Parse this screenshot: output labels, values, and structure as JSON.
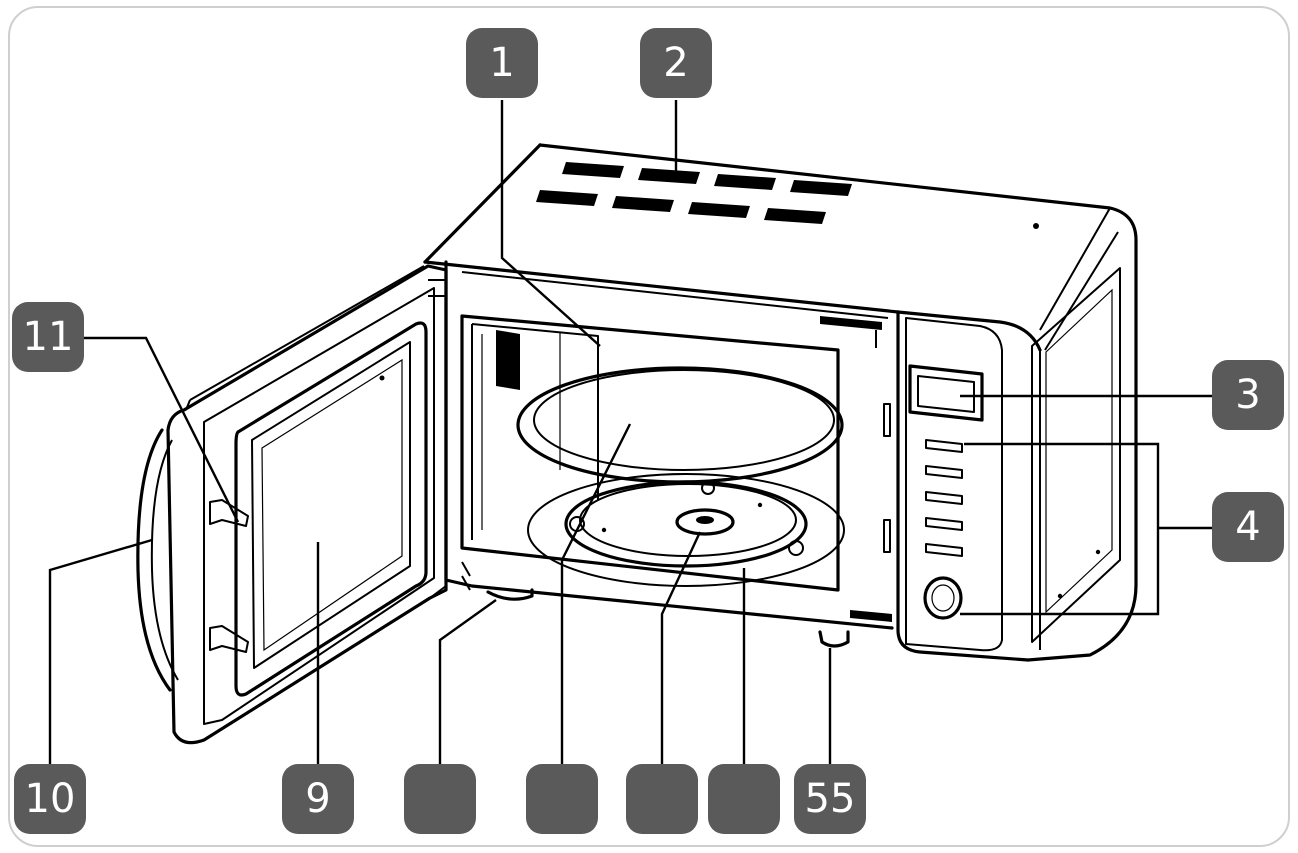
{
  "callouts": [
    {
      "id": "c1",
      "label": "1"
    },
    {
      "id": "c2",
      "label": "2"
    },
    {
      "id": "c3",
      "label": "3"
    },
    {
      "id": "c4",
      "label": "4"
    },
    {
      "id": "c11",
      "label": "11"
    },
    {
      "id": "c10",
      "label": "10"
    },
    {
      "id": "c9",
      "label": "9"
    },
    {
      "id": "c8",
      "label": ""
    },
    {
      "id": "c7",
      "label": ""
    },
    {
      "id": "c6",
      "label": ""
    },
    {
      "id": "c5a",
      "label": ""
    },
    {
      "id": "c5",
      "label": "55"
    }
  ],
  "colors": {
    "badge": "#5a5a5a",
    "line": "#000000",
    "frame": "#cfcfcf"
  }
}
